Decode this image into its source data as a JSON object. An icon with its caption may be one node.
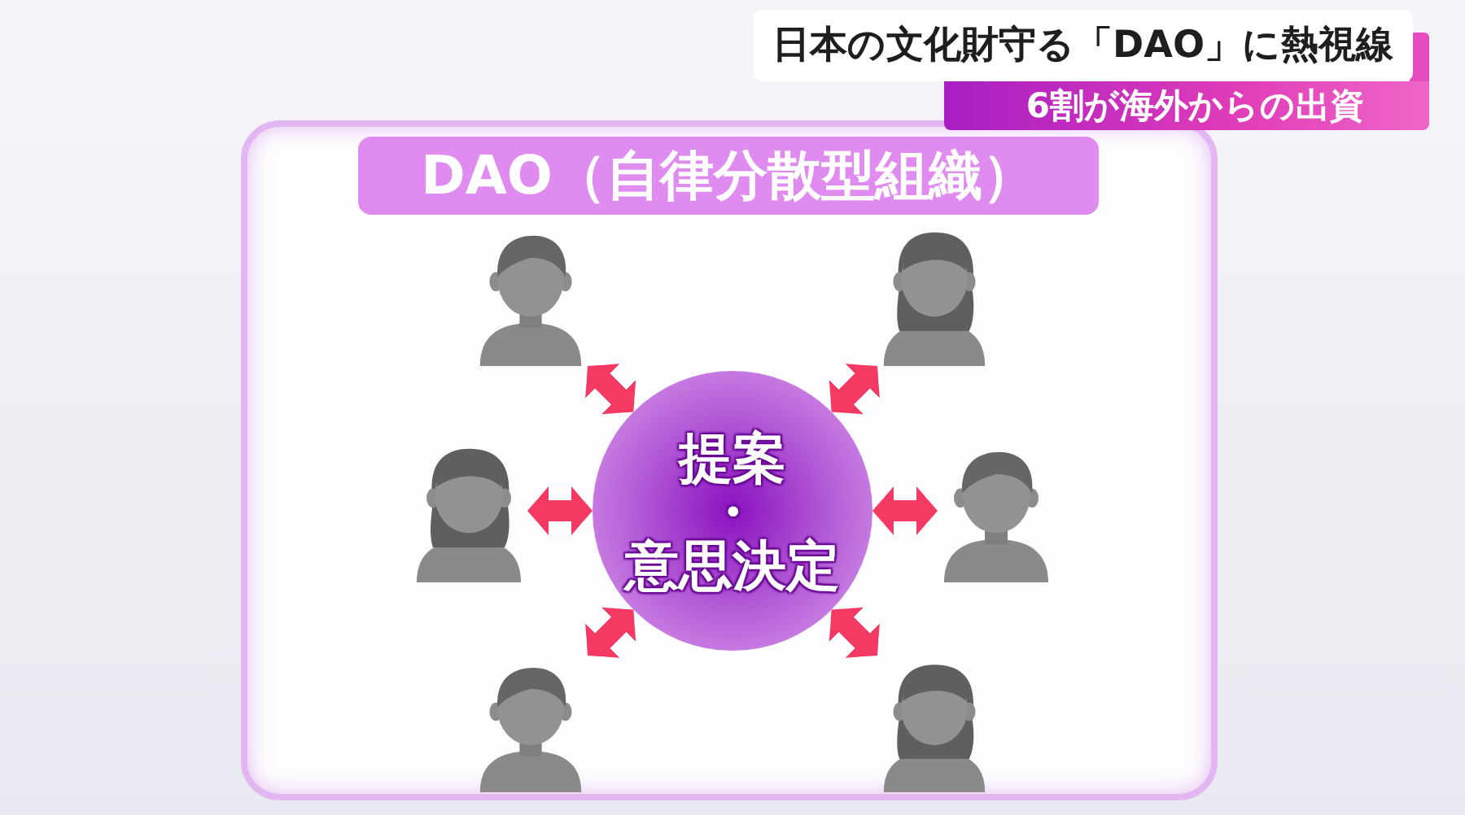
{
  "diagram": {
    "title": "日本の文化財守る**「DAO」**に熱視線",
    "nodes": [
      {
        "text": [],
        "shape": "box"
      },
      {
        "text": [
          "DAO（自律分散型組織）"
        ],
        "in": 0
      },
      {
        "text": [],
        "shape": "person",
        "in": 0
      },
      {
        "text": [],
        "shape": "person",
        "in": 0
      },
      {
        "text": [],
        "shape": "person",
        "in": 0
      },
      {
        "text": [
          "提案・意思決定"
        ],
        "in": 0
      },
      {
        "text": [],
        "shape": "person",
        "in": 0
      },
      {
        "text": [],
        "shape": "person",
        "in": 0
      },
      {
        "text": [],
        "shape": "person",
        "in": 0
      }
    ],
    "edges": [
      {
        "from": 5,
        "to": 2,
        "arrow": "both"
      },
      {
        "from": 5,
        "to": 3,
        "arrow": "both"
      },
      {
        "from": 5,
        "to": 4,
        "arrow": "both"
      },
      {
        "from": 5,
        "to": 6,
        "arrow": "both"
      },
      {
        "from": 5,
        "to": 7,
        "arrow": "both"
      },
      {
        "from": 5,
        "to": 8,
        "arrow": "both"
      }
    ],
    "labels": [
      "6割が海外からの出資"
    ]
  }
}
